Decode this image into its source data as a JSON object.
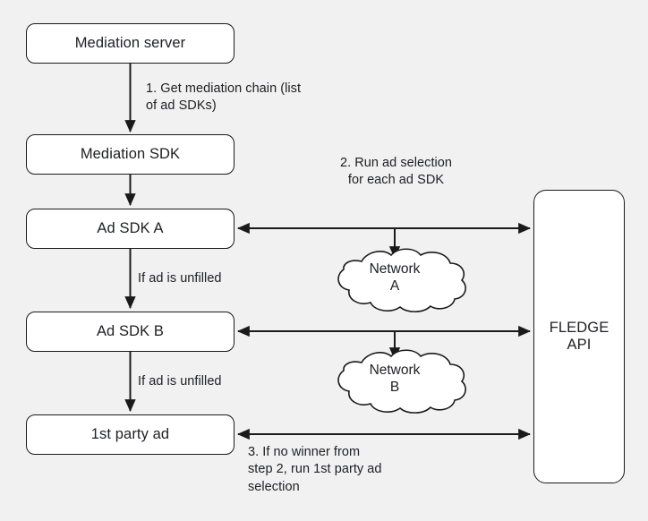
{
  "diagram": {
    "title": "Mediation waterfall with FLEDGE API ad selection",
    "background_color": "#f1f1f1",
    "node_fill": "#ffffff",
    "stroke_color": "#1a1a1a",
    "text_color": "#202124",
    "nodes": [
      {
        "id": "mediation-server",
        "label": "Mediation server",
        "shape": "rounded-rect"
      },
      {
        "id": "mediation-sdk",
        "label": "Mediation SDK",
        "shape": "rounded-rect"
      },
      {
        "id": "ad-sdk-a",
        "label": "Ad SDK A",
        "shape": "rounded-rect"
      },
      {
        "id": "ad-sdk-b",
        "label": "Ad SDK B",
        "shape": "rounded-rect"
      },
      {
        "id": "first-party-ad",
        "label": "1st party ad",
        "shape": "rounded-rect"
      },
      {
        "id": "fledge-api",
        "label": "FLEDGE\nAPI",
        "shape": "rounded-rect-tall"
      },
      {
        "id": "network-a",
        "label": "Network\nA",
        "shape": "cloud"
      },
      {
        "id": "network-b",
        "label": "Network\nB",
        "shape": "cloud"
      }
    ],
    "edge_labels": [
      {
        "id": "step-1",
        "text": "1. Get mediation chain (list\nof ad SDKs)",
        "align": "left"
      },
      {
        "id": "step-2",
        "text": "2. Run ad selection\nfor each ad SDK",
        "align": "center"
      },
      {
        "id": "step-3",
        "text": "3. If no winner from\nstep 2, run 1st party ad\nselection",
        "align": "left"
      },
      {
        "id": "unfilled-a",
        "text": "If ad is unfilled",
        "align": "left"
      },
      {
        "id": "unfilled-b",
        "text": "If ad is unfilled",
        "align": "left"
      }
    ],
    "edges": [
      {
        "id": "server-to-sdk",
        "from": "mediation-server",
        "to": "mediation-sdk",
        "arrow": "single",
        "label": "step-1"
      },
      {
        "id": "sdk-to-ad-a",
        "from": "mediation-sdk",
        "to": "ad-sdk-a",
        "arrow": "single"
      },
      {
        "id": "ad-a-to-ad-b",
        "from": "ad-sdk-a",
        "to": "ad-sdk-b",
        "arrow": "single",
        "label": "unfilled-a"
      },
      {
        "id": "ad-b-to-first-party",
        "from": "ad-sdk-b",
        "to": "first-party-ad",
        "arrow": "single",
        "label": "unfilled-b"
      },
      {
        "id": "ad-a-to-fledge",
        "from": "ad-sdk-a",
        "to": "fledge-api",
        "arrow": "double",
        "label": "step-2"
      },
      {
        "id": "ad-b-to-fledge",
        "from": "ad-sdk-b",
        "to": "fledge-api",
        "arrow": "double"
      },
      {
        "id": "first-party-to-fledge",
        "from": "first-party-ad",
        "to": "fledge-api",
        "arrow": "double",
        "label": "step-3"
      },
      {
        "id": "branch-to-network-a",
        "from": "ad-a-to-fledge",
        "to": "network-a",
        "arrow": "single"
      },
      {
        "id": "branch-to-network-b",
        "from": "ad-b-to-fledge",
        "to": "network-b",
        "arrow": "single"
      }
    ]
  }
}
